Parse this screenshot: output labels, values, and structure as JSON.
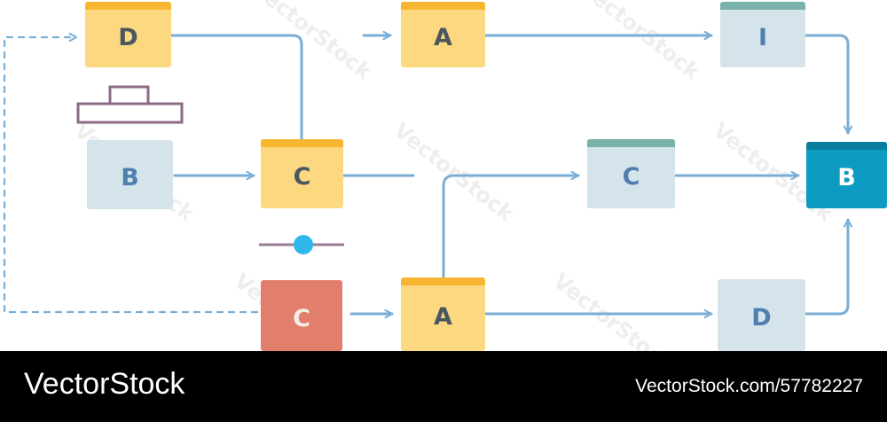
{
  "diagram": {
    "nodes": [
      {
        "id": "node-d-top",
        "label": "D",
        "style": "yellow"
      },
      {
        "id": "node-a-top",
        "label": "A",
        "style": "yellow"
      },
      {
        "id": "node-i-top",
        "label": "I",
        "style": "pale"
      },
      {
        "id": "node-b-left",
        "label": "B",
        "style": "pale"
      },
      {
        "id": "node-c-center",
        "label": "C",
        "style": "yellow"
      },
      {
        "id": "node-c-mid",
        "label": "C",
        "style": "pale"
      },
      {
        "id": "node-b-target",
        "label": "B",
        "style": "teal"
      },
      {
        "id": "node-c-red",
        "label": "C",
        "style": "red"
      },
      {
        "id": "node-a-bottom",
        "label": "A",
        "style": "yellow"
      },
      {
        "id": "node-d-bottom",
        "label": "D",
        "style": "pale"
      }
    ],
    "colors": {
      "connector": "#7aaed6",
      "yellow": "#fcd980",
      "yellow_cap": "#f7b532",
      "pale": "#d5e4ea",
      "pale_cap": "#79b2a8",
      "red": "#e27f6c",
      "teal": "#0d9bc1",
      "icon_outline": "#8b6b86",
      "dot": "#2fb8ea"
    }
  },
  "watermark": "VectorStock",
  "footer": {
    "brand": "VectorStock",
    "id_text": "VectorStock.com/57782227"
  }
}
